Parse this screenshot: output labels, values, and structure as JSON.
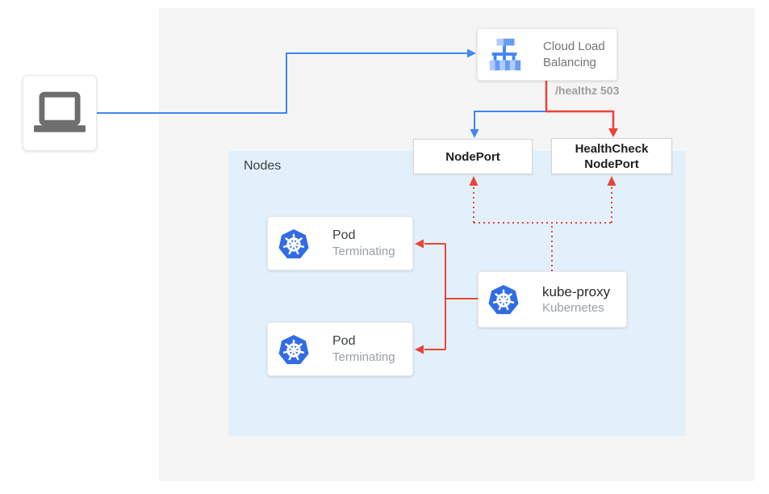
{
  "panels": {
    "nodes_label": "Nodes"
  },
  "nodes": {
    "client": {
      "icon": "laptop-icon"
    },
    "cloud_load_balancing": {
      "label_line1": "Cloud Load",
      "label_line2": "Balancing",
      "icon": "cloud-load-balancing-icon"
    },
    "nodeport": {
      "label": "NodePort"
    },
    "healthcheck_nodeport": {
      "label_line1": "HealthCheck",
      "label_line2": "NodePort"
    },
    "pod_1": {
      "title": "Pod",
      "status": "Terminating",
      "icon": "kubernetes-icon"
    },
    "pod_2": {
      "title": "Pod",
      "status": "Terminating",
      "icon": "kubernetes-icon"
    },
    "kube_proxy": {
      "title": "kube-proxy",
      "subtitle": "Kubernetes",
      "icon": "kubernetes-icon"
    }
  },
  "annotations": {
    "healthz": "/healthz 503"
  },
  "colors": {
    "traffic_blue": "#4285F4",
    "healthcheck_red": "#EA4335",
    "panel_gray": "#F5F5F5",
    "nodes_panel_blue": "#E2F0FB",
    "kubernetes_blue": "#326CE5",
    "clb_icon_blue_dark": "#4285F4",
    "clb_icon_blue_medium": "#669DF6",
    "clb_icon_blue_light": "#AECBFA",
    "laptop_gray": "#6E6E6E",
    "text_dark": "#3C4043",
    "text_gray": "#9AA0A6",
    "healthz_gray": "#9E9E9E"
  }
}
